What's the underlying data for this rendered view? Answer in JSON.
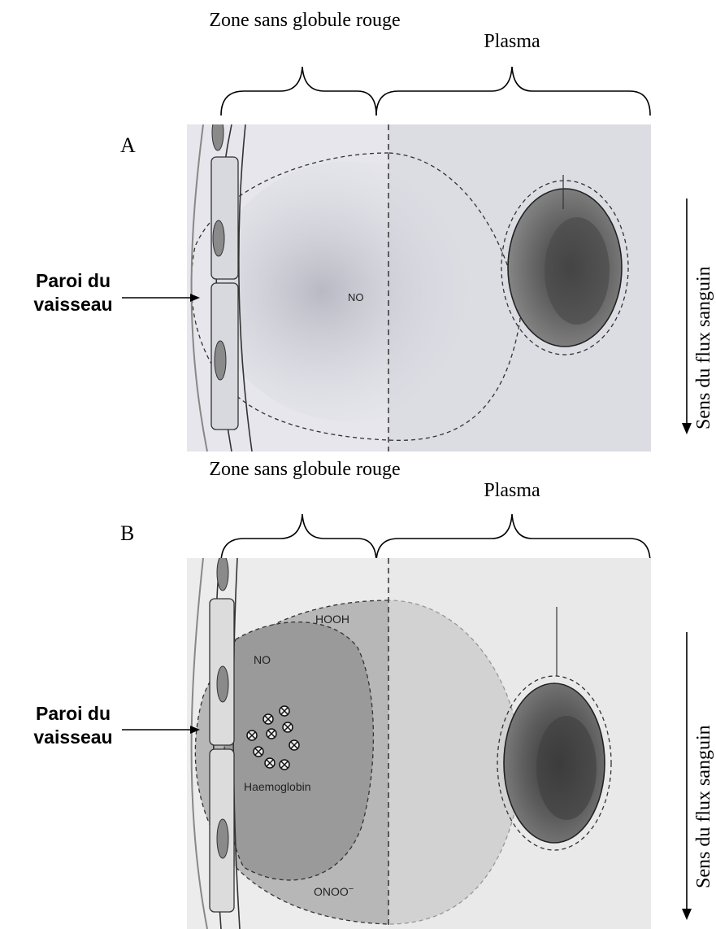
{
  "panels": [
    {
      "letter": "A",
      "zone_left": "Zone sans globule rouge",
      "zone_right": "Plasma",
      "wall_label_1": "Paroi du",
      "wall_label_2": "vaisseau",
      "flow_label": "Sens du flux sanguin",
      "labels": {
        "no": "NO"
      }
    },
    {
      "letter": "B",
      "zone_left": "Zone sans globule rouge",
      "zone_right": "Plasma",
      "wall_label_1": "Paroi du",
      "wall_label_2": "vaisseau",
      "flow_label": "Sens du flux sanguin",
      "labels": {
        "hooh": "HOOH",
        "no": "NO",
        "haemoglobin": "Haemoglobin",
        "onoo": "ONOO",
        "onoo_sup": "−"
      }
    }
  ],
  "colors": {
    "panel_a_bg": "#e6e6ec",
    "panel_b_bg": "#ececec",
    "cell_fill": "#8a8a8a",
    "cell_inner": "#4e4e4e"
  }
}
